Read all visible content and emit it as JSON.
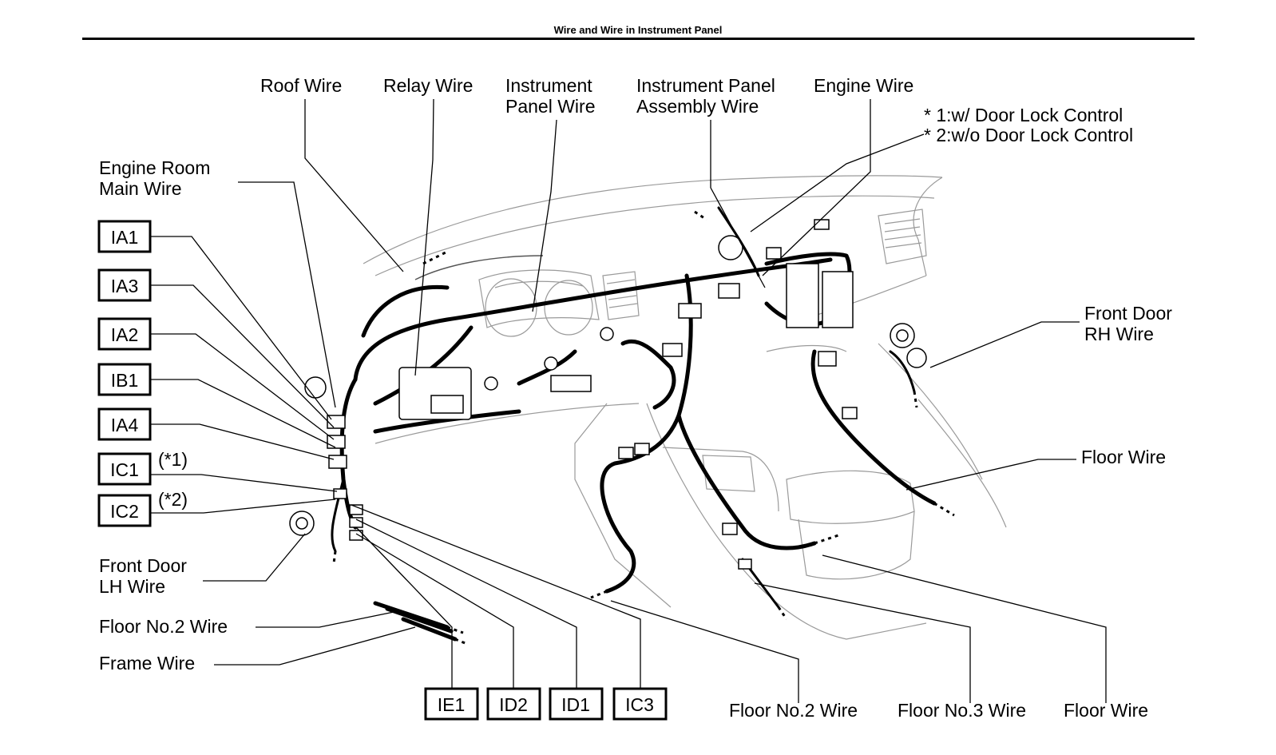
{
  "header": {
    "title": "Wire and Wire in Instrument Panel"
  },
  "notes": [
    "* 1:w/ Door Lock Control",
    "* 2:w/o Door Lock Control"
  ],
  "wire_labels": {
    "roof_wire": [
      "Roof Wire"
    ],
    "relay_wire": [
      "Relay Wire"
    ],
    "instrument_panel_wire": [
      "Instrument",
      "Panel Wire"
    ],
    "instrument_panel_assembly_wire": [
      "Instrument Panel",
      "Assembly Wire"
    ],
    "engine_wire": [
      "Engine Wire"
    ],
    "engine_room_main_wire": [
      "Engine Room",
      "Main Wire"
    ],
    "front_door_rh_wire": [
      "Front Door",
      "RH Wire"
    ],
    "floor_wire_right": [
      "Floor Wire"
    ],
    "front_door_lh_wire": [
      "Front Door",
      "LH Wire"
    ],
    "floor_no2_wire_left": [
      "Floor No.2 Wire"
    ],
    "frame_wire": [
      "Frame Wire"
    ],
    "floor_no2_wire_bottom": [
      "Floor No.2 Wire"
    ],
    "floor_no3_wire": [
      "Floor No.3 Wire"
    ],
    "floor_wire_bottom": [
      "Floor Wire"
    ]
  },
  "connectors_left": [
    "IA1",
    "IA3",
    "IA2",
    "IB1",
    "IA4",
    "IC1",
    "IC2"
  ],
  "connector_notes": {
    "IC1": "(*1)",
    "IC2": "(*2)"
  },
  "connectors_bottom": [
    "IE1",
    "ID2",
    "ID1",
    "IC3"
  ]
}
